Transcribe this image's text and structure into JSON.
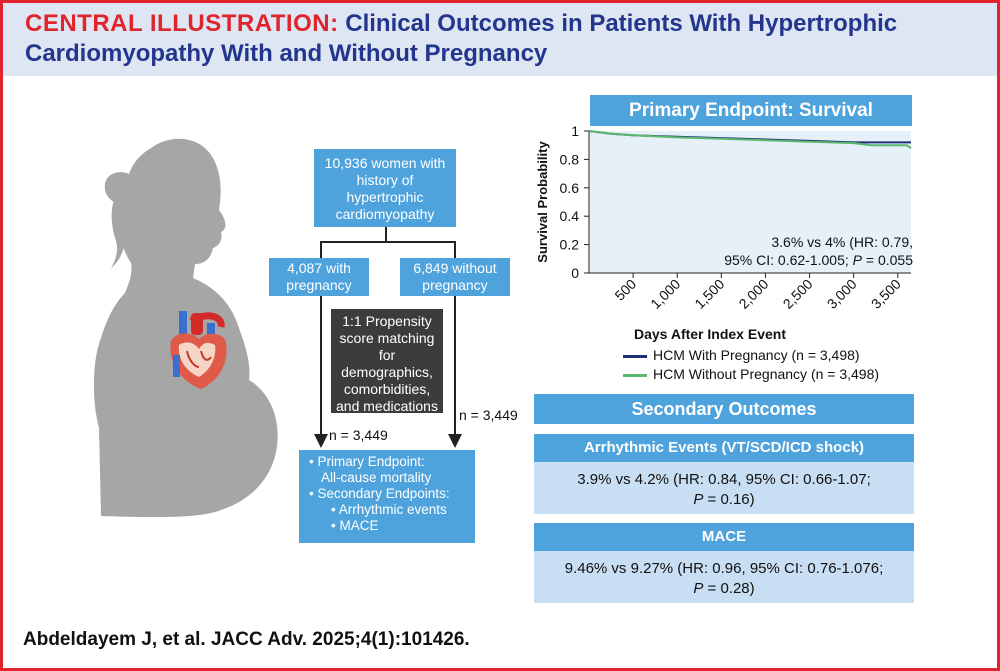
{
  "title": {
    "lead": "CENTRAL ILLUSTRATION:",
    "rest": "Clinical Outcomes in Patients With Hypertrophic Cardiomyopathy With and Without Pregnancy"
  },
  "flow": {
    "top_box": "10,936 women with history of hypertrophic cardiomyopathy",
    "left_box": "4,087 with pregnancy",
    "right_box": "6,849 without pregnancy",
    "matching_box": "1:1 Propensity score matching for demographics, comorbidities, and medications",
    "n_left": "n = 3,449",
    "n_right": "n = 3,449",
    "endpoints": {
      "primary_label": "• Primary Endpoint:",
      "primary_value": "All-cause mortality",
      "secondary_label": "• Secondary Endpoints:",
      "secondary_items": [
        "• Arrhythmic events",
        "• MACE"
      ]
    }
  },
  "survival": {
    "header": "Primary Endpoint: Survival",
    "annotation_line1": "3.6% vs 4% (HR: 0.79,",
    "annotation_line2a": "95% CI: 0.62-1.005; ",
    "annotation_p": "P",
    "annotation_line2b": " = 0.055",
    "legend": [
      {
        "label": "HCM With Pregnancy (n = 3,498)",
        "color": "#1f2f7a"
      },
      {
        "label": "HCM Without Pregnancy (n = 3,498)",
        "color": "#5cb86c"
      }
    ]
  },
  "chart_data": {
    "type": "line",
    "title": "Primary Endpoint: Survival",
    "xlabel": "Days After Index Event",
    "ylabel": "Survival Probability",
    "xlim": [
      0,
      3650
    ],
    "ylim": [
      0,
      1
    ],
    "x_ticks": [
      500,
      1000,
      1500,
      2000,
      2500,
      3000,
      3500
    ],
    "x_tick_labels": [
      "500",
      "1,000",
      "1,500",
      "2,000",
      "2,500",
      "3,000",
      "3,500"
    ],
    "y_ticks": [
      0,
      0.2,
      0.4,
      0.6,
      0.8,
      1
    ],
    "y_tick_labels": [
      "0",
      "0.2",
      "0.4",
      "0.6",
      "0.8",
      "1"
    ],
    "series": [
      {
        "name": "HCM With Pregnancy (n = 3,498)",
        "color": "#1f2f7a",
        "x": [
          0,
          250,
          500,
          1000,
          1500,
          2000,
          2500,
          3000,
          3200,
          3650
        ],
        "y": [
          1.0,
          0.98,
          0.97,
          0.96,
          0.95,
          0.94,
          0.93,
          0.92,
          0.92,
          0.92
        ]
      },
      {
        "name": "HCM Without Pregnancy (n = 3,498)",
        "color": "#5cb86c",
        "x": [
          0,
          250,
          500,
          1000,
          1500,
          2000,
          2500,
          3000,
          3200,
          3600,
          3650
        ],
        "y": [
          1.0,
          0.98,
          0.97,
          0.955,
          0.945,
          0.935,
          0.925,
          0.915,
          0.9,
          0.9,
          0.88
        ]
      }
    ]
  },
  "secondary": {
    "header": "Secondary Outcomes",
    "arrhythmic": {
      "header": "Arrhythmic Events (VT/SCD/ICD shock)",
      "line1": "3.9% vs 4.2% (HR: 0.84, 95% CI: 0.66-1.07;",
      "p_label": "P",
      "line2": " = 0.16)"
    },
    "mace": {
      "header": "MACE",
      "line1": "9.46% vs 9.27% (HR: 0.96, 95% CI: 0.76-1.076;",
      "p_label": "P",
      "line2": " = 0.28)"
    }
  },
  "citation": "Abdeldayem J, et al. JACC Adv. 2025;4(1):101426.",
  "colors": {
    "accent_red": "#e0242b",
    "navy": "#23358c",
    "box_blue": "#4fa3dc",
    "panel_blue": "#c8def2"
  }
}
